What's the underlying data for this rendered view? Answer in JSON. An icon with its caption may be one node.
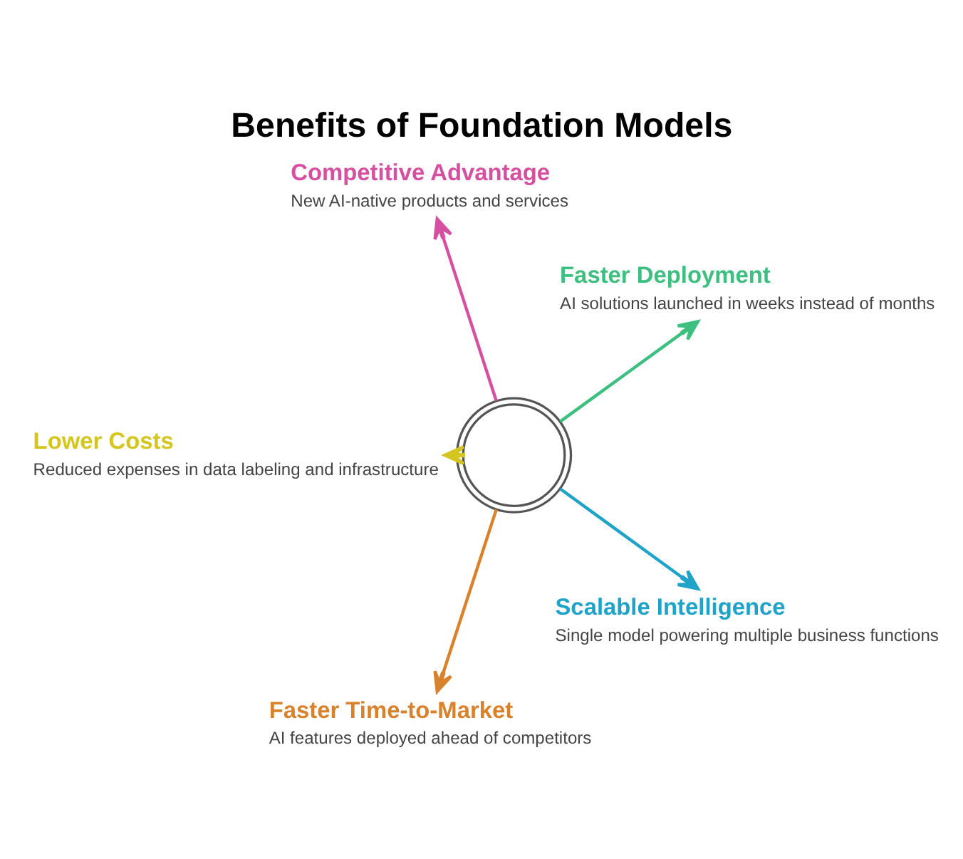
{
  "diagram": {
    "title": "Benefits of Foundation Models",
    "nodes": [
      {
        "text": [
          "Faster Deployment",
          "AI solutions launched in weeks instead of months"
        ]
      },
      {
        "text": [
          "Competitive Advantage",
          "New AI-native products and services"
        ]
      },
      {
        "text": [
          "Lower Costs",
          "Reduced expenses in data labeling and infrastructure"
        ]
      },
      {
        "text": [],
        "shape": "picture"
      },
      {
        "text": [
          "Faster Time-to-Market",
          "AI features deployed ahead of competitors"
        ]
      },
      {
        "text": [
          "Scalable Intelligence",
          "Single model powering multiple business functions"
        ]
      }
    ],
    "edges": [
      {
        "from": 3,
        "to": 0,
        "arrow": "to",
        "color": "#3dbf7f"
      },
      {
        "from": 3,
        "to": 1,
        "arrow": "to",
        "color": "#d64fa0"
      },
      {
        "from": 3,
        "to": 2,
        "arrow": "to",
        "color": "#d4c520"
      },
      {
        "from": 3,
        "to": 4,
        "arrow": "to",
        "color": "#d9822b"
      },
      {
        "from": 3,
        "to": 5,
        "arrow": "to",
        "color": "#1fa3c9"
      }
    ]
  }
}
